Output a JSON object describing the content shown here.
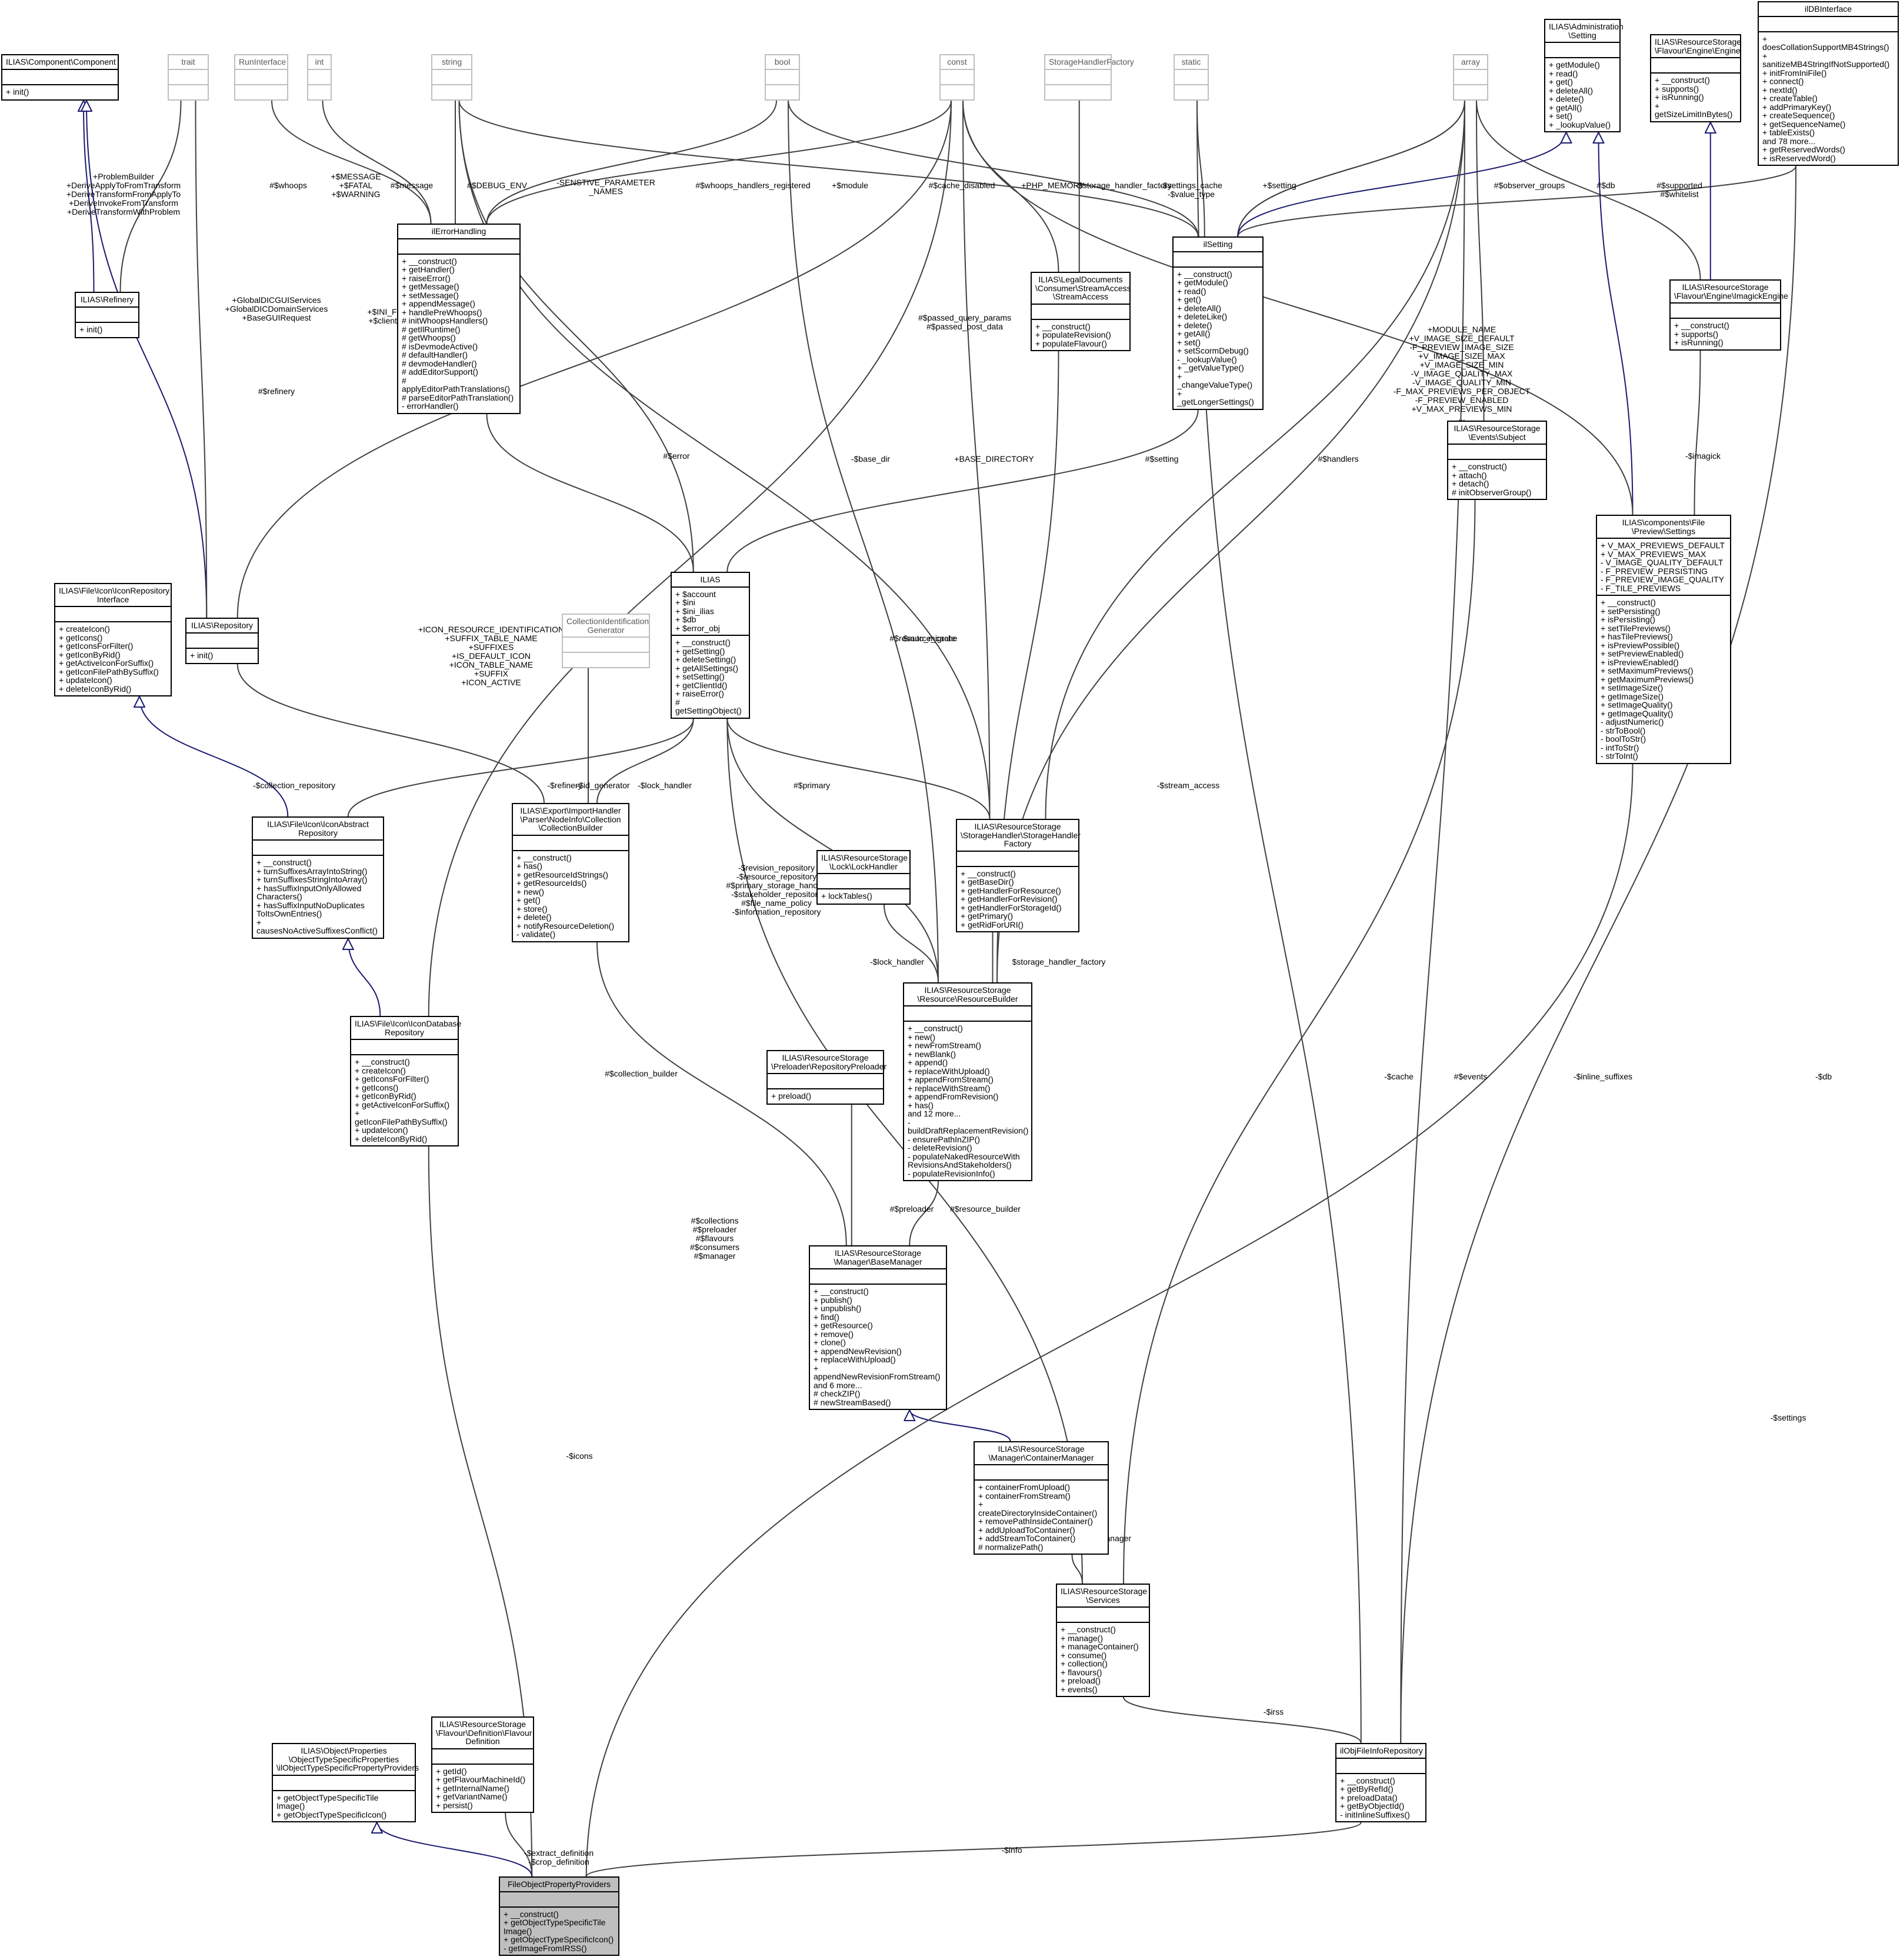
{
  "nodes": [
    {
      "id": "component",
      "name": "ILIAS\\Component\\Component",
      "attrs": [],
      "methods": [
        "+ init()"
      ]
    },
    {
      "id": "trait",
      "name": "trait",
      "attrs": [],
      "methods": [],
      "muted": true
    },
    {
      "id": "runinterface",
      "name": "RunInterface",
      "attrs": [],
      "methods": [],
      "muted": true
    },
    {
      "id": "int",
      "name": "int",
      "attrs": [],
      "methods": [],
      "muted": true
    },
    {
      "id": "string",
      "name": "string",
      "attrs": [],
      "methods": [],
      "muted": true
    },
    {
      "id": "bool",
      "name": "bool",
      "attrs": [],
      "methods": [],
      "muted": true
    },
    {
      "id": "const",
      "name": "const",
      "attrs": [],
      "methods": [],
      "muted": true
    },
    {
      "id": "shfactory",
      "name": "StorageHandlerFactory",
      "attrs": [],
      "methods": [],
      "muted": true
    },
    {
      "id": "static",
      "name": "static",
      "attrs": [],
      "methods": [],
      "muted": true
    },
    {
      "id": "array",
      "name": "array",
      "attrs": [],
      "methods": [],
      "muted": true
    },
    {
      "id": "adminsetting",
      "name": "ILIAS\\Administration\n\\Setting",
      "attrs": [],
      "methods": [
        "+ getModule()",
        "+ read()",
        "+ get()",
        "+ deleteAll()",
        "+ delete()",
        "+ getAll()",
        "+ set()",
        "+ _lookupValue()"
      ]
    },
    {
      "id": "engine",
      "name": "ILIAS\\ResourceStorage\n\\Flavour\\Engine\\Engine",
      "attrs": [],
      "methods": [
        "+ __construct()",
        "+ supports()",
        "+ isRunning()",
        "+ getSizeLimitInBytes()"
      ]
    },
    {
      "id": "dbinterface",
      "name": "ilDBInterface",
      "attrs": [],
      "methods": [
        "+ doesCollationSupportMB4Strings()",
        "+ sanitizeMB4StringIfNotSupported()",
        "+ initFromIniFile()",
        "+ connect()",
        "+ nextId()",
        "+ createTable()",
        "+ addPrimaryKey()",
        "+ createSequence()",
        "+ getSequenceName()",
        "+ tableExists()",
        "and 78 more...",
        "+ getReservedWords()",
        "+ isReservedWord()"
      ]
    },
    {
      "id": "refinery",
      "name": "ILIAS\\Refinery",
      "attrs": [],
      "methods": [
        "+ init()"
      ]
    },
    {
      "id": "errorhandling",
      "name": "ilErrorHandling",
      "attrs": [],
      "methods": [
        "+ __construct()",
        "+ getHandler()",
        "+ raiseError()",
        "+ getMessage()",
        "+ setMessage()",
        "+ appendMessage()",
        "+ handlePreWhoops()",
        "# initWhoopsHandlers()",
        "# getIlRuntime()",
        "# getWhoops()",
        "# isDevmodeActive()",
        "# defaultHandler()",
        "# devmodeHandler()",
        "# addEditorSupport()",
        "# applyEditorPathTranslations()",
        "# parseEditorPathTranslation()",
        "- errorHandler()"
      ]
    },
    {
      "id": "streamaccess",
      "name": "ILIAS\\LegalDocuments\n\\Consumer\\StreamAccess\n\\StreamAccess",
      "attrs": [],
      "methods": [
        "+ __construct()",
        "+ populateRevision()",
        "+ populateFlavour()"
      ]
    },
    {
      "id": "ilsetting",
      "name": "ilSetting",
      "attrs": [],
      "methods": [
        "+ __construct()",
        "+ getModule()",
        "+ read()",
        "+ get()",
        "+ deleteAll()",
        "+ deleteLike()",
        "+ delete()",
        "+ getAll()",
        "+ set()",
        "+ setScormDebug()",
        "- _lookupValue()",
        "+ _getValueType()",
        "+ _changeValueType()",
        "+ _getLongerSettings()"
      ]
    },
    {
      "id": "imagick",
      "name": "ILIAS\\ResourceStorage\n\\Flavour\\Engine\\ImagickEngine",
      "attrs": [],
      "methods": [
        "+ __construct()",
        "+ supports()",
        "+ isRunning()"
      ]
    },
    {
      "id": "eventsubject",
      "name": "ILIAS\\ResourceStorage\n\\Events\\Subject",
      "attrs": [],
      "methods": [
        "+ __construct()",
        "+ attach()",
        "+ detach()",
        "# initObserverGroup()"
      ]
    },
    {
      "id": "iconrepoiface",
      "name": "ILIAS\\File\\Icon\\IconRepository\nInterface",
      "attrs": [],
      "methods": [
        "+ createIcon()",
        "+ getIcons()",
        "+ getIconsForFilter()",
        "+ getIconByRid()",
        "+ getActiveIconForSuffix()",
        "+ getIconFilePathBySuffix()",
        "+ updateIcon()",
        "+ deleteIconByRid()"
      ]
    },
    {
      "id": "repository",
      "name": "ILIAS\\Repository",
      "attrs": [],
      "methods": [
        "+ init()"
      ]
    },
    {
      "id": "ilias",
      "name": "ILIAS",
      "attrs": [
        "+ $account",
        "+ $ini",
        "+ $ini_ilias",
        "+ $db",
        "+ $error_obj"
      ],
      "methods": [
        "+ __construct()",
        "+ getSetting()",
        "+ deleteSetting()",
        "+ getAllSettings()",
        "+ setSetting()",
        "+ getClientId()",
        "+ raiseError()",
        "# getSettingObject()"
      ]
    },
    {
      "id": "collidgen",
      "name": "CollectionIdentification\nGenerator",
      "attrs": [],
      "methods": [],
      "muted": true
    },
    {
      "id": "previewsettings",
      "name": "ILIAS\\components\\File\n\\Preview\\Settings",
      "attrs": [
        "+ V_MAX_PREVIEWS_DEFAULT",
        "+ V_MAX_PREVIEWS_MAX",
        "- V_IMAGE_QUALITY_DEFAULT",
        "- F_PREVIEW_PERSISTING",
        "- F_PREVIEW_IMAGE_QUALITY",
        "- F_TILE_PREVIEWS"
      ],
      "methods": [
        "+ __construct()",
        "+ setPersisting()",
        "+ isPersisting()",
        "+ setTilePreviews()",
        "+ hasTilePreviews()",
        "+ isPreviewPossible()",
        "+ setPreviewEnabled()",
        "+ isPreviewEnabled()",
        "+ setMaximumPreviews()",
        "+ getMaximumPreviews()",
        "+ setImageSize()",
        "+ getImageSize()",
        "+ setImageQuality()",
        "+ getImageQuality()",
        "- adjustNumeric()",
        "- strToBool()",
        "- boolToStr()",
        "- intToStr()",
        "- strToInt()"
      ]
    },
    {
      "id": "iconabstract",
      "name": "ILIAS\\File\\Icon\\IconAbstract\nRepository",
      "attrs": [],
      "methods": [
        "+ __construct()",
        "+ turnSuffixesArrayIntoString()",
        "+ turnSuffixesStringIntoArray()",
        "+ hasSuffixInputOnlyAllowed\nCharacters()",
        "+ hasSuffixInputNoDuplicates\nToItsOwnEntries()",
        "+ causesNoActiveSuffixesConflict()"
      ]
    },
    {
      "id": "collbuilder",
      "name": "ILIAS\\Export\\ImportHandler\n\\Parser\\NodeInfo\\Collection\n\\CollectionBuilder",
      "attrs": [],
      "methods": [
        "+ __construct()",
        "+ has()",
        "+ getResourceIdStrings()",
        "+ getResourceIds()",
        "+ new()",
        "+ get()",
        "+ store()",
        "+ delete()",
        "+ notifyResourceDeletion()",
        "- validate()"
      ]
    },
    {
      "id": "lockhandler",
      "name": "ILIAS\\ResourceStorage\n\\Lock\\LockHandler",
      "attrs": [],
      "methods": [
        "+ lockTables()"
      ]
    },
    {
      "id": "shfactoryreal",
      "name": "ILIAS\\ResourceStorage\n\\StorageHandler\\StorageHandler\nFactory",
      "attrs": [],
      "methods": [
        "+ __construct()",
        "+ getBaseDir()",
        "+ getHandlerForResource()",
        "+ getHandlerForRevision()",
        "+ getHandlerForStorageId()",
        "+ getPrimary()",
        "+ getRidForURI()"
      ]
    },
    {
      "id": "resourcebuilder",
      "name": "ILIAS\\ResourceStorage\n\\Resource\\ResourceBuilder",
      "attrs": [],
      "methods": [
        "+ __construct()",
        "+ new()",
        "+ newFromStream()",
        "+ newBlank()",
        "+ append()",
        "+ replaceWithUpload()",
        "+ appendFromStream()",
        "+ replaceWithStream()",
        "+ appendFromRevision()",
        "+ has()",
        "and 12 more...",
        "- buildDraftReplacementRevision()",
        "- ensurePathInZIP()",
        "- deleteRevision()",
        "- populateNakedResourceWith\nRevisionsAndStakeholders()",
        "- populateRevisionInfo()"
      ]
    },
    {
      "id": "icondbrepo",
      "name": "ILIAS\\File\\Icon\\IconDatabase\nRepository",
      "attrs": [],
      "methods": [
        "+ __construct()",
        "+ createIcon()",
        "+ getIconsForFilter()",
        "+ getIcons()",
        "+ getIconByRid()",
        "+ getActiveIconForSuffix()",
        "+ getIconFilePathBySuffix()",
        "+ updateIcon()",
        "+ deleteIconByRid()"
      ]
    },
    {
      "id": "preloader",
      "name": "ILIAS\\ResourceStorage\n\\Preloader\\RepositoryPreloader",
      "attrs": [],
      "methods": [
        "+ preload()"
      ]
    },
    {
      "id": "basemanager",
      "name": "ILIAS\\ResourceStorage\n\\Manager\\BaseManager",
      "attrs": [],
      "methods": [
        "+ __construct()",
        "+ publish()",
        "+ unpublish()",
        "+ find()",
        "+ getResource()",
        "+ remove()",
        "+ clone()",
        "+ appendNewRevision()",
        "+ replaceWithUpload()",
        "+ appendNewRevisionFromStream()",
        "and 6 more...",
        "# checkZIP()",
        "# newStreamBased()"
      ]
    },
    {
      "id": "containermanager",
      "name": "ILIAS\\ResourceStorage\n\\Manager\\ContainerManager",
      "attrs": [],
      "methods": [
        "+ containerFromUpload()",
        "+ containerFromStream()",
        "+ createDirectoryInsideContainer()",
        "+ removePathInsideContainer()",
        "+ addUploadToContainer()",
        "+ addStreamToContainer()",
        "# normalizePath()"
      ]
    },
    {
      "id": "services",
      "name": "ILIAS\\ResourceStorage\n\\Services",
      "attrs": [],
      "methods": [
        "+ __construct()",
        "+ manage()",
        "+ manageContainer()",
        "+ consume()",
        "+ collection()",
        "+ flavours()",
        "+ preload()",
        "+ events()"
      ]
    },
    {
      "id": "propproviders",
      "name": "ILIAS\\Object\\Properties\n\\ObjectTypeSpecificProperties\n\\ilObjectTypeSpecificPropertyProviders",
      "attrs": [],
      "methods": [
        "+ getObjectTypeSpecificTile\nImage()",
        "+ getObjectTypeSpecificIcon()"
      ]
    },
    {
      "id": "flavourdef",
      "name": "ILIAS\\ResourceStorage\n\\Flavour\\Definition\\Flavour\nDefinition",
      "attrs": [],
      "methods": [
        "+ getId()",
        "+ getFlavourMachineId()",
        "+ getInternalName()",
        "+ getVariantName()",
        "+ persist()"
      ]
    },
    {
      "id": "fileinforepo",
      "name": "ilObjFileInfoRepository",
      "attrs": [],
      "methods": [
        "+ __construct()",
        "+ getByRefId()",
        "+ preloadData()",
        "+ getByObjectId()",
        "- initInlineSuffixes()"
      ]
    },
    {
      "id": "fopp",
      "name": "FileObjectPropertyProviders",
      "attrs": [],
      "methods": [
        "+ __construct()",
        "+ getObjectTypeSpecificTile\nImage()",
        "+ getObjectTypeSpecificIcon()",
        "- getImageFromIRSS()"
      ]
    }
  ],
  "edge_labels": [
    "+ProblemBuilder\n+DeriveApplyToFromTransform\n+DeriveTransformFromApplyTo\n+DeriveInvokeFromTransform\n+DeriveTransformWithProblem",
    "+GlobalDICGUIServices\n+GlobalDICDomainServices\n+BaseGUIRequest",
    "#$whoops",
    "+$MESSAGE\n+$FATAL\n+$WARNING",
    "#$message",
    "#$DEBUG_ENV",
    "-SENSTIVE_PARAMETER\n_NAMES",
    "#$whoops_handlers_registered",
    "+$module",
    "#$cache_disabled",
    "+PHP_MEMORY",
    "-$storage_handler_factory",
    "-$settings_cache\n-$value_type",
    "+$setting",
    "#$observer_groups",
    "#$db",
    "#$supported\n#$whitelist",
    "+$INI_FILE\n+$client_id",
    "#$refinery",
    "#$passed_query_params\n#$passed_post_data",
    "+MODULE_NAME\n+V_IMAGE_SIZE_DEFAULT\n-F_PREVIEW_IMAGE_SIZE\n+V_IMAGE_SIZE_MAX\n+V_IMAGE_SIZE_MIN\n-V_IMAGE_QUALITY_MAX\n-V_IMAGE_QUALITY_MIN\n-F_MAX_PREVIEWS_PER_OBJECT\n-F_PREVIEW_ENABLED\n+V_MAX_PREVIEWS_MIN\n...",
    "-$imagick",
    "#$error",
    "-$base_dir",
    "+BASE_DIRECTORY",
    "#$setting",
    "#$handlers",
    "+ICON_RESOURCE_IDENTIFICATION\n+SUFFIX_TABLE_NAME\n+SUFFIXES\n+IS_DEFAULT_ICON\n+ICON_TABLE_NAME\n+SUFFIX\n+ICON_ACTIVE",
    "$auto_migrate",
    "#$resource_cache",
    "-$stream_access",
    "-$collection_repository",
    "-$refinery",
    "-$id_generator",
    "-$lock_handler",
    "#$primary",
    "-$revision_repository\n-$resource_repository\n#$primary_storage_handler\n-$stakeholder_repository\n#$file_name_policy\n-$information_repository",
    "-$lock_handler",
    "$storage_handler_factory",
    "#$collection_builder",
    "#$collections\n#$preloader\n#$flavours\n#$consumers\n#$manager",
    "#$preloader",
    "#$resource_builder",
    "-$cache",
    "#$events",
    "-$inline_suffixes",
    "-$db",
    "#$container_manager",
    "-$icons",
    "-$irss",
    "-$settings",
    "-$extract_definition\n-$crop_definition",
    "-$info"
  ]
}
